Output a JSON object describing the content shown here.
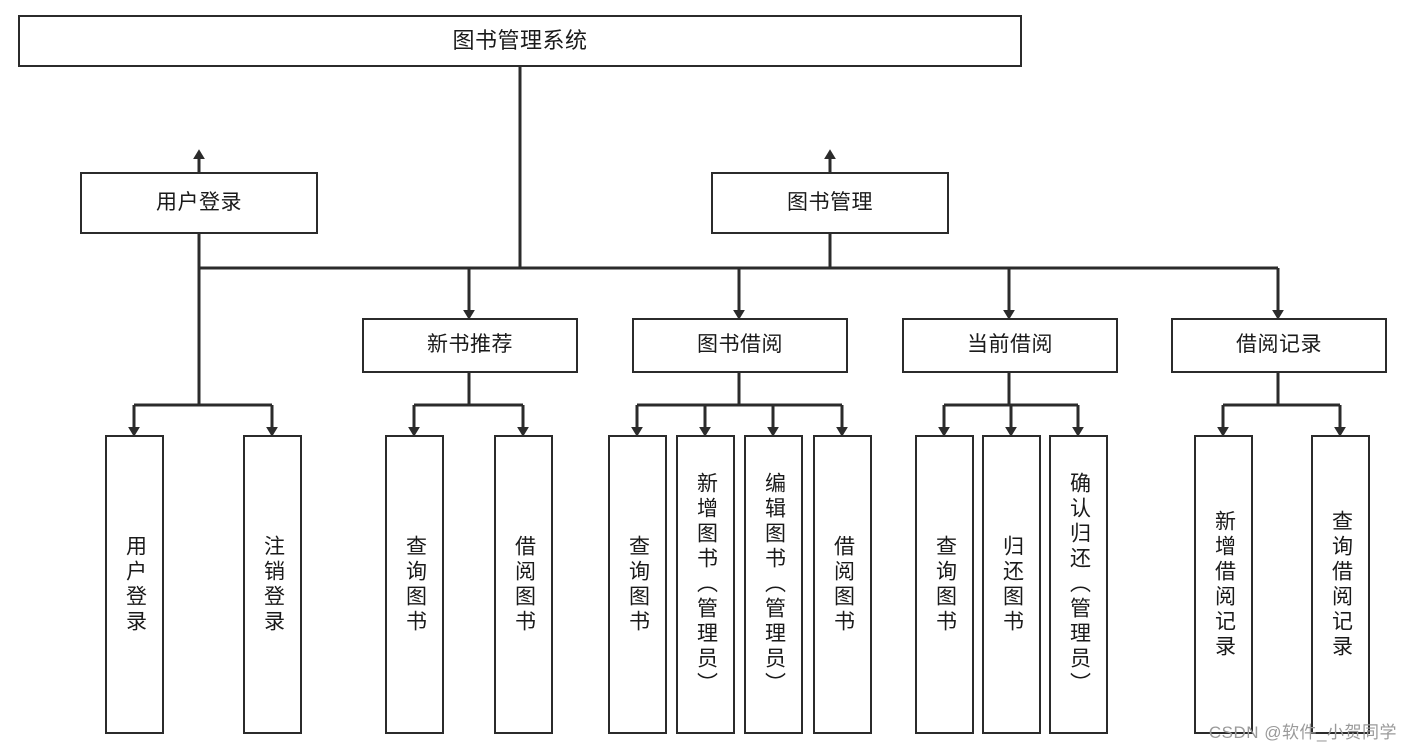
{
  "diagram": {
    "type": "tree-hierarchy",
    "title": "图书管理系统",
    "orientation": "top-down",
    "colors": {
      "box_border": "#2b2b2b",
      "box_fill": "#ffffff",
      "edge": "#2b2b2b",
      "text": "#1a1a1a",
      "watermark": "#9a9a9a"
    },
    "root": {
      "label": "图书管理系统",
      "children": [
        {
          "label": "用户登录",
          "children": [
            {
              "label": "用户登录"
            },
            {
              "label": "注销登录"
            }
          ]
        },
        {
          "label": "图书管理",
          "children": [
            {
              "label": "新书推荐",
              "children": [
                {
                  "label": "查询图书"
                },
                {
                  "label": "借阅图书"
                }
              ]
            },
            {
              "label": "图书借阅",
              "children": [
                {
                  "label": "查询图书"
                },
                {
                  "label": "新增图书（管理员）"
                },
                {
                  "label": "编辑图书（管理员）"
                },
                {
                  "label": "借阅图书"
                }
              ]
            },
            {
              "label": "当前借阅",
              "children": [
                {
                  "label": "查询图书"
                },
                {
                  "label": "归还图书"
                },
                {
                  "label": "确认归还（管理员）"
                }
              ]
            },
            {
              "label": "借阅记录",
              "children": [
                {
                  "label": "新增借阅记录"
                },
                {
                  "label": "查询借阅记录"
                }
              ]
            }
          ]
        }
      ]
    }
  },
  "nodes": {
    "root": "图书管理系统",
    "l1_user_login": "用户登录",
    "l1_book_manage": "图书管理",
    "l2_new_book_rec": "新书推荐",
    "l2_book_borrow": "图书借阅",
    "l2_current_borrow": "当前借阅",
    "l2_borrow_record": "借阅记录",
    "leaf_user_login": "用户登录",
    "leaf_logout": "注销登录",
    "leaf_rec_query_book": "查询图书",
    "leaf_rec_borrow_book": "借阅图书",
    "leaf_borrow_query_book": "查询图书",
    "leaf_borrow_add_book": "新增图书（管理员）",
    "leaf_borrow_edit_book": "编辑图书（管理员）",
    "leaf_borrow_borrow_book": "借阅图书",
    "leaf_cur_query_book": "查询图书",
    "leaf_cur_return_book": "归还图书",
    "leaf_cur_confirm_return": "确认归还（管理员）",
    "leaf_rec_add_record": "新增借阅记录",
    "leaf_rec_query_record": "查询借阅记录"
  },
  "watermark": {
    "text": "CSDN @软件_小贺同学"
  }
}
